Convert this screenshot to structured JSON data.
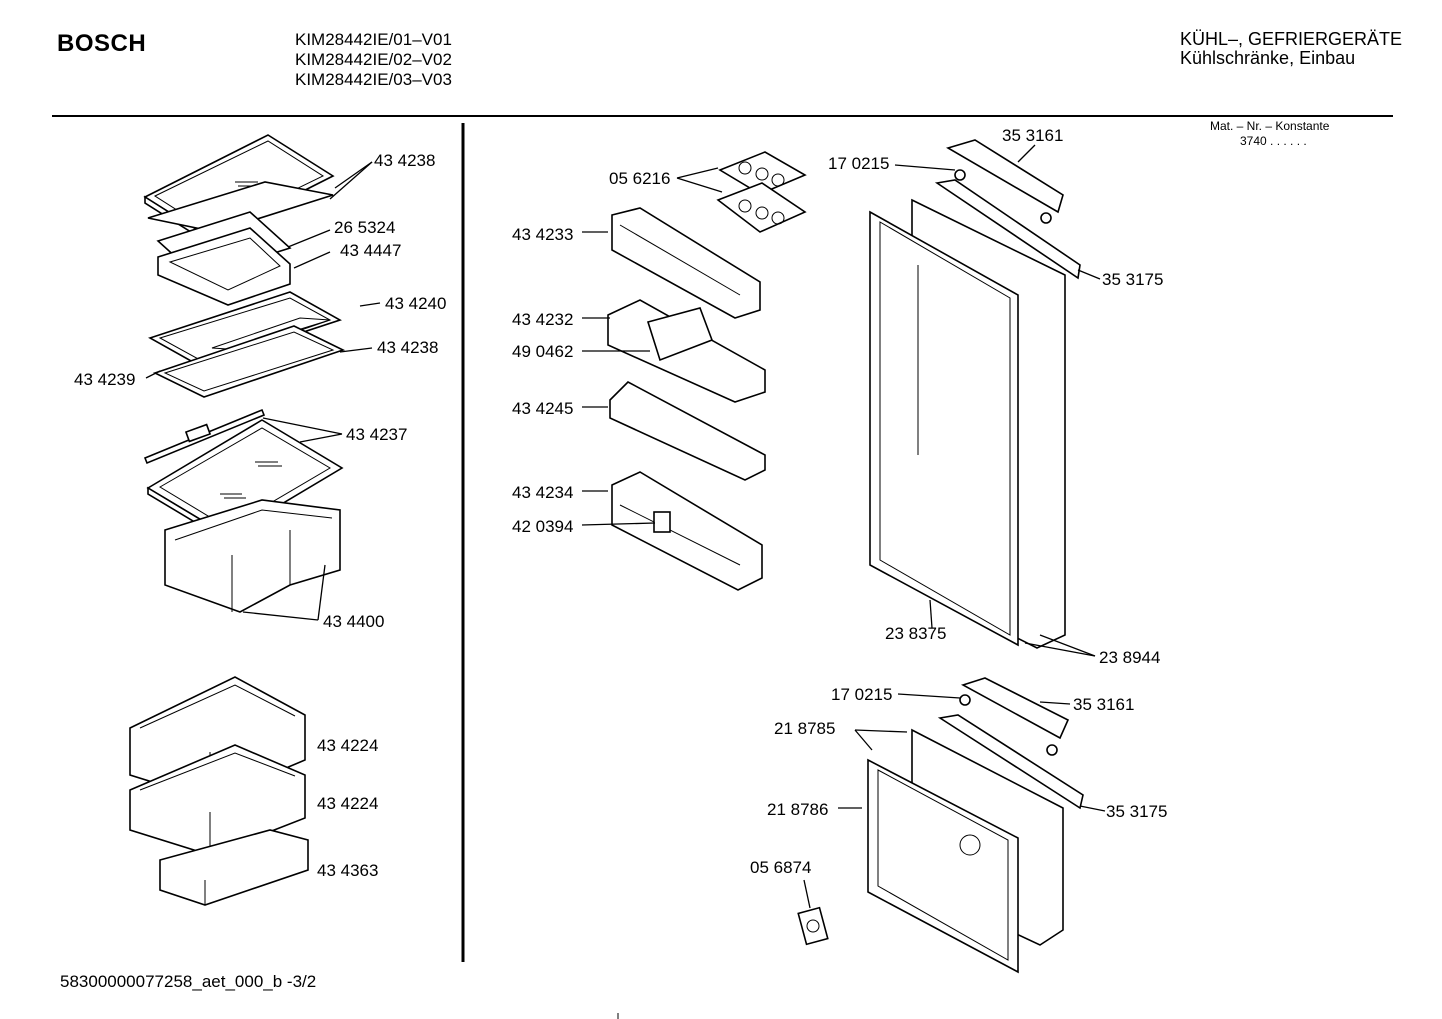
{
  "header": {
    "brand": "BOSCH",
    "models": [
      "KIM28442IE/01–V01",
      "KIM28442IE/02–V02",
      "KIM28442IE/03–V03"
    ],
    "category": "KÜHL–, GEFRIERGERÄTE",
    "subcategory": "Kühlschränke, Einbau"
  },
  "mat_info": {
    "label": "Mat. – Nr. – Konstante",
    "value": "3740 . . . . . ."
  },
  "footer": {
    "doc_id": "58300000077258_aet_000_b  -3/2"
  },
  "parts": {
    "p1": "43 4238",
    "p2": "26 5324",
    "p3": "43 4447",
    "p4": "43 4240",
    "p5": "43 4238",
    "p6": "43 4239",
    "p7": "43 4237",
    "p8": "43 4400",
    "p9": "43 4224",
    "p10": "43 4224",
    "p11": "43 4363",
    "p12": "05 6216",
    "p13": "43 4233",
    "p14": "43 4232",
    "p15": "49 0462",
    "p16": "43 4245",
    "p17": "43 4234",
    "p18": "42 0394",
    "p19": "17 0215",
    "p20": "35 3161",
    "p21": "35 3175",
    "p22": "23 8375",
    "p23": "23 8944",
    "p24": "17 0215",
    "p25": "35 3161",
    "p26": "21 8785",
    "p27": "35 3175",
    "p28": "21 8786",
    "p29": "05 6874"
  }
}
